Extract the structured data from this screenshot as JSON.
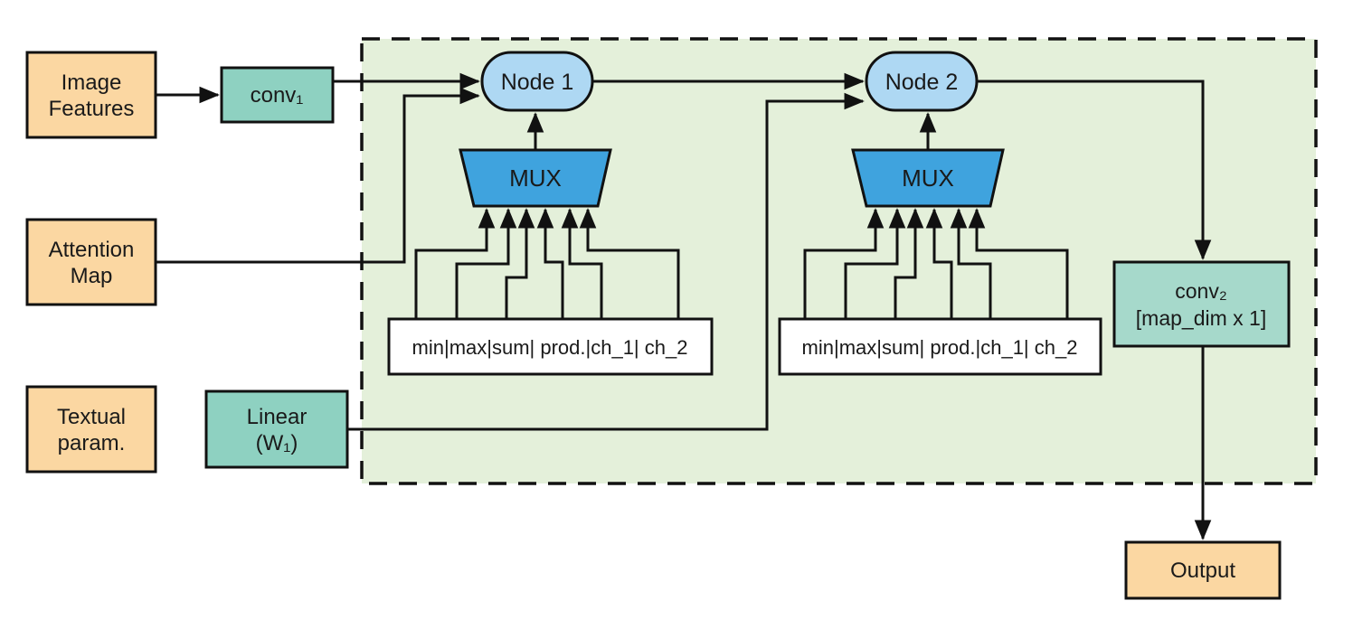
{
  "figure": {
    "type": "architecture-diagram",
    "colors": {
      "orange": "#fbd7a2",
      "teal": "#8ed1c1",
      "teal_light": "#a6d9cb",
      "node_blue": "#aed8f3",
      "mux_blue": "#3fa3de",
      "region_green": "#e4f0da",
      "box_white": "#ffffff",
      "line": "#111111"
    },
    "nodes": {
      "image_features": {
        "line1": "Image",
        "line2": "Features"
      },
      "conv1": {
        "label": "conv₁"
      },
      "attention_map": {
        "line1": "Attention",
        "line2": "Map"
      },
      "textual_param": {
        "line1": "Textual",
        "line2": "param."
      },
      "linear": {
        "line1": "Linear",
        "line2": "(W₁)"
      },
      "node1": {
        "label": "Node 1"
      },
      "node2": {
        "label": "Node 2"
      },
      "mux1": {
        "label": "MUX"
      },
      "mux2": {
        "label": "MUX"
      },
      "ops1": {
        "label": "min|max|sum| prod.|ch_1| ch_2"
      },
      "ops2": {
        "label": "min|max|sum| prod.|ch_1| ch_2"
      },
      "conv2": {
        "line1": "conv₂",
        "line2": "[map_dim x 1]"
      },
      "output": {
        "label": "Output"
      }
    }
  }
}
